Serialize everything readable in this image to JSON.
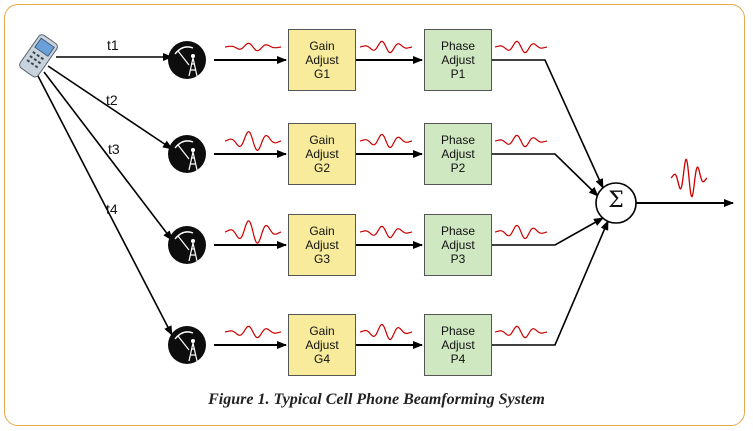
{
  "caption": "Figure 1. Typical Cell Phone Beamforming System",
  "paths": [
    {
      "time": "t1",
      "gain": [
        "Gain",
        "Adjust",
        "G1"
      ],
      "phase": [
        "Phase",
        "Adjust",
        "P1"
      ]
    },
    {
      "time": "t2",
      "gain": [
        "Gain",
        "Adjust",
        "G2"
      ],
      "phase": [
        "Phase",
        "Adjust",
        "P2"
      ]
    },
    {
      "time": "t3",
      "gain": [
        "Gain",
        "Adjust",
        "G3"
      ],
      "phase": [
        "Phase",
        "Adjust",
        "P3"
      ]
    },
    {
      "time": "t4",
      "gain": [
        "Gain",
        "Adjust",
        "G4"
      ],
      "phase": [
        "Phase",
        "Adjust",
        "P4"
      ]
    }
  ],
  "summer": {
    "symbol": "Σ"
  },
  "colors": {
    "gain_fill": "#f8ec9c",
    "phase_fill": "#cfe8c2",
    "signal": "#cc0000",
    "frame": "#e6a94a"
  },
  "icons": {
    "source": "cell-phone-icon",
    "receiver": "antenna-tower-icon"
  }
}
